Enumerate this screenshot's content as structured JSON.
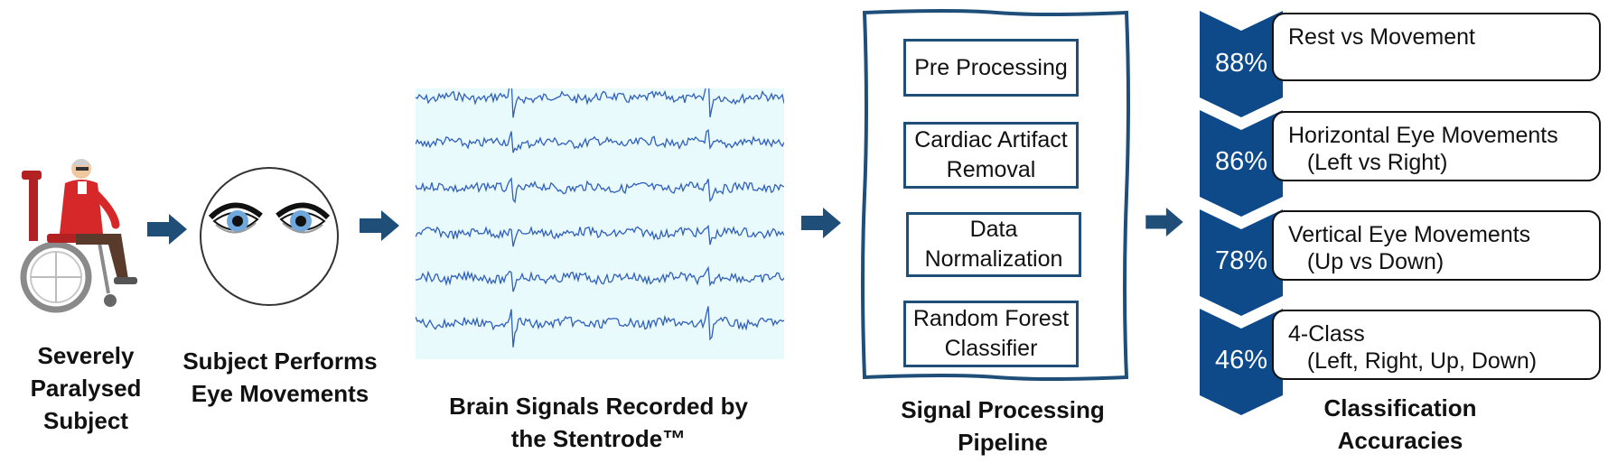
{
  "colors": {
    "arrow": "#1f4e79",
    "box_border": "#1f4e79",
    "chevron": "#0e4a8a",
    "eeg_trace": "#2f5fbf",
    "eeg_background": "#e9fafd"
  },
  "icons": [
    "wheelchair-person-icon",
    "eyes-icon",
    "eeg-signal-icon",
    "arrow-right-icon"
  ],
  "stages": {
    "subject": {
      "caption": "Severely\nParalysed\nSubject"
    },
    "movements": {
      "caption": "Subject Performs\nEye Movements"
    },
    "signals": {
      "caption": "Brain Signals Recorded by\nthe Stentrode™"
    },
    "pipeline": {
      "caption": "Signal Processing\nPipeline",
      "steps": [
        "Pre Processing",
        "Cardiac Artifact\nRemoval",
        "Data\nNormalization",
        "Random Forest\nClassifier"
      ]
    },
    "accuracies": {
      "caption": "Classification\nAccuracies",
      "items": [
        {
          "percent": "88%",
          "label": "Rest vs Movement"
        },
        {
          "percent": "86%",
          "label": "Horizontal Eye Movements\n   (Left vs Right)"
        },
        {
          "percent": "78%",
          "label": "Vertical Eye Movements\n   (Up vs Down)"
        },
        {
          "percent": "46%",
          "label": "4-Class\n   (Left, Right, Up, Down)"
        }
      ]
    }
  }
}
